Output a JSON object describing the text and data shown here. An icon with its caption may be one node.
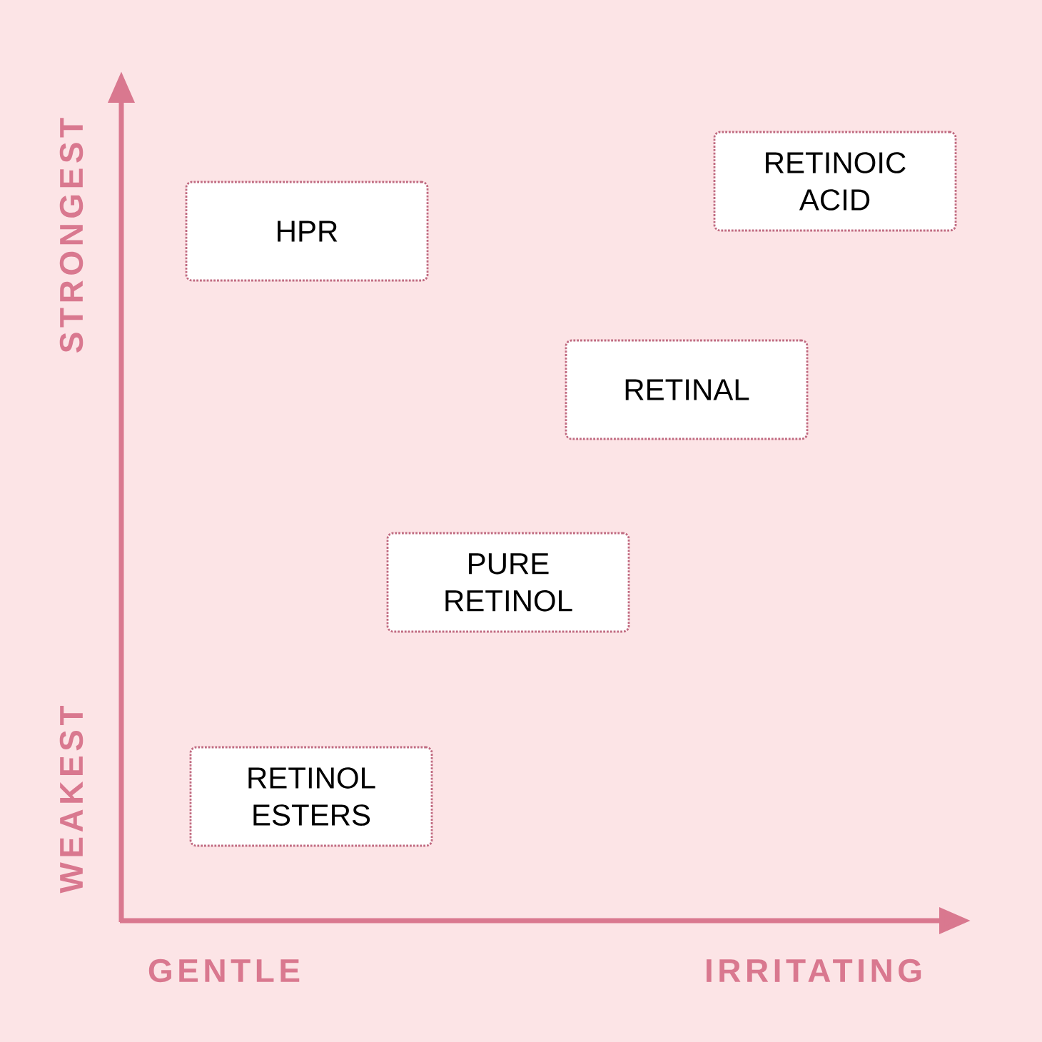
{
  "diagram": {
    "nodes": [
      {
        "text": [
          "RETINOIC ACID"
        ]
      },
      {
        "text": [
          "HPR"
        ]
      },
      {
        "text": [
          "RETINAL"
        ]
      },
      {
        "text": [
          "PURE RETINOL"
        ]
      },
      {
        "text": [
          "RETINOL ESTERS"
        ]
      }
    ],
    "labels": [
      "STRONGEST",
      "WEAKEST",
      "GENTLE",
      "IRRITATING"
    ]
  }
}
